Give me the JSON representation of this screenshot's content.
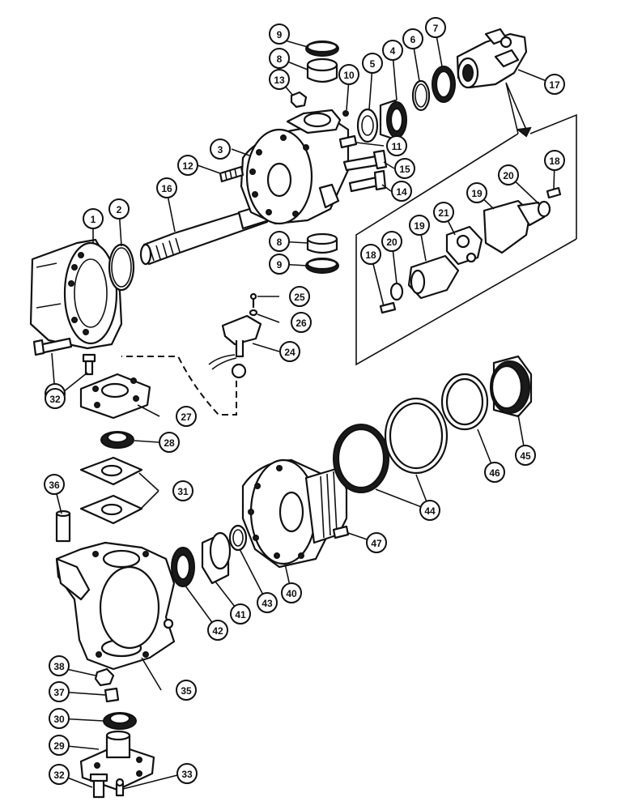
{
  "callouts": [
    {
      "id": "c1",
      "label": "1"
    },
    {
      "id": "c2",
      "label": "2"
    },
    {
      "id": "c3",
      "label": "3"
    },
    {
      "id": "c4",
      "label": "4"
    },
    {
      "id": "c5",
      "label": "5"
    },
    {
      "id": "c6",
      "label": "6"
    },
    {
      "id": "c7",
      "label": "7"
    },
    {
      "id": "c8a",
      "label": "8"
    },
    {
      "id": "c8b",
      "label": "8"
    },
    {
      "id": "c9a",
      "label": "9"
    },
    {
      "id": "c9b",
      "label": "9"
    },
    {
      "id": "c10",
      "label": "10"
    },
    {
      "id": "c11",
      "label": "11"
    },
    {
      "id": "c12",
      "label": "12"
    },
    {
      "id": "c13",
      "label": "13"
    },
    {
      "id": "c14",
      "label": "14"
    },
    {
      "id": "c15a",
      "label": "15"
    },
    {
      "id": "c15b",
      "label": "15"
    },
    {
      "id": "c16",
      "label": "16"
    },
    {
      "id": "c17",
      "label": "17"
    },
    {
      "id": "c18a",
      "label": "18"
    },
    {
      "id": "c18b",
      "label": "18"
    },
    {
      "id": "c19a",
      "label": "19"
    },
    {
      "id": "c19b",
      "label": "19"
    },
    {
      "id": "c20a",
      "label": "20"
    },
    {
      "id": "c20b",
      "label": "20"
    },
    {
      "id": "c21",
      "label": "21"
    },
    {
      "id": "c24",
      "label": "24"
    },
    {
      "id": "c25",
      "label": "25"
    },
    {
      "id": "c26",
      "label": "26"
    },
    {
      "id": "c27",
      "label": "27"
    },
    {
      "id": "c28",
      "label": "28"
    },
    {
      "id": "c29",
      "label": "29"
    },
    {
      "id": "c30",
      "label": "30"
    },
    {
      "id": "c31",
      "label": "31"
    },
    {
      "id": "c32a",
      "label": "32"
    },
    {
      "id": "c32b",
      "label": "32"
    },
    {
      "id": "c33",
      "label": "33"
    },
    {
      "id": "c35",
      "label": "35"
    },
    {
      "id": "c36",
      "label": "36"
    },
    {
      "id": "c37",
      "label": "37"
    },
    {
      "id": "c38",
      "label": "38"
    },
    {
      "id": "c40",
      "label": "40"
    },
    {
      "id": "c41",
      "label": "41"
    },
    {
      "id": "c42",
      "label": "42"
    },
    {
      "id": "c43",
      "label": "43"
    },
    {
      "id": "c44",
      "label": "44"
    },
    {
      "id": "c45",
      "label": "45"
    },
    {
      "id": "c46",
      "label": "46"
    },
    {
      "id": "c47",
      "label": "47"
    }
  ]
}
